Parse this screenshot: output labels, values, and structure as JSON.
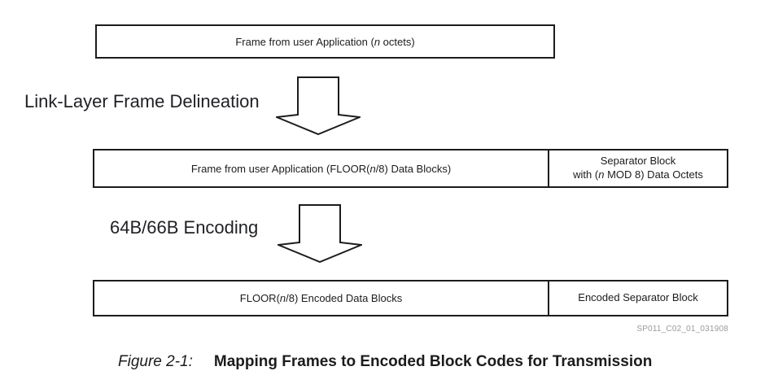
{
  "colors": {
    "ink": "#1c1c1c",
    "watermark_text": "#9a9a9a",
    "background": "#ffffff"
  },
  "labels": {
    "step1": "Link-Layer Frame Delineation",
    "step2": "64B/66B Encoding"
  },
  "diagram": {
    "top_box": {
      "pre": "Frame from user Application (",
      "var": "n",
      "post": " octets)"
    },
    "row2": {
      "left": {
        "pre": "Frame from user Application (FLOOR(",
        "var": "n",
        "post": "/8) Data Blocks)"
      },
      "right": {
        "line1": "Separator Block",
        "line2_pre": "with (",
        "line2_var": "n",
        "line2_post": " MOD 8) Data Octets"
      }
    },
    "row3": {
      "left": {
        "pre": "FLOOR(",
        "var": "n",
        "post": "/8) Encoded Data Blocks"
      },
      "right": "Encoded Separator Block"
    }
  },
  "watermark": "SP011_C02_01_031908",
  "caption": {
    "label": "Figure 2-1:",
    "title": "Mapping Frames to Encoded Block Codes for Transmission"
  }
}
